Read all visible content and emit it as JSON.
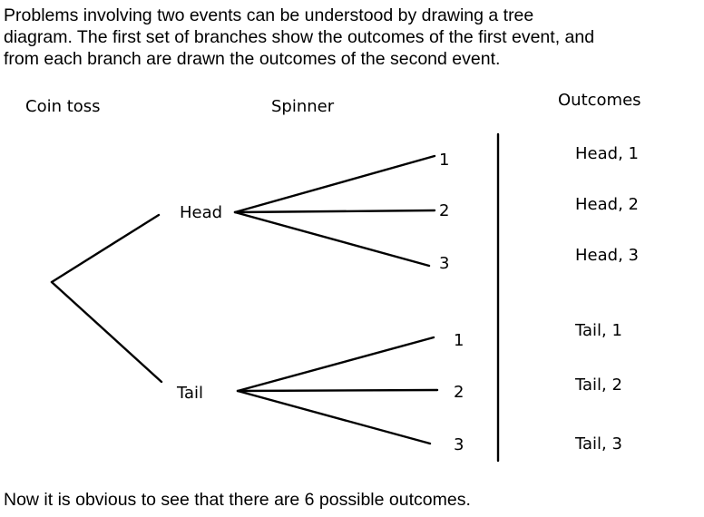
{
  "intro": {
    "lines": [
      "Problems involving two events can be understood by drawing a tree",
      "diagram.  The first set of branches show the outcomes of the first event, and",
      "from each branch are drawn the outcomes of the second event."
    ]
  },
  "headers": {
    "first_event": "Coin toss",
    "second_event": "Spinner",
    "outcomes": "Outcomes"
  },
  "first_event": {
    "outcomes": [
      "Head",
      "Tail"
    ]
  },
  "second_event": {
    "outcomes": [
      "1",
      "2",
      "3"
    ]
  },
  "outcomes": [
    "Head, 1",
    "Head, 2",
    "Head, 3",
    "Tail, 1",
    "Tail, 2",
    "Tail, 3"
  ],
  "conclusion": "Now it is obvious to see that there are 6 possible outcomes."
}
